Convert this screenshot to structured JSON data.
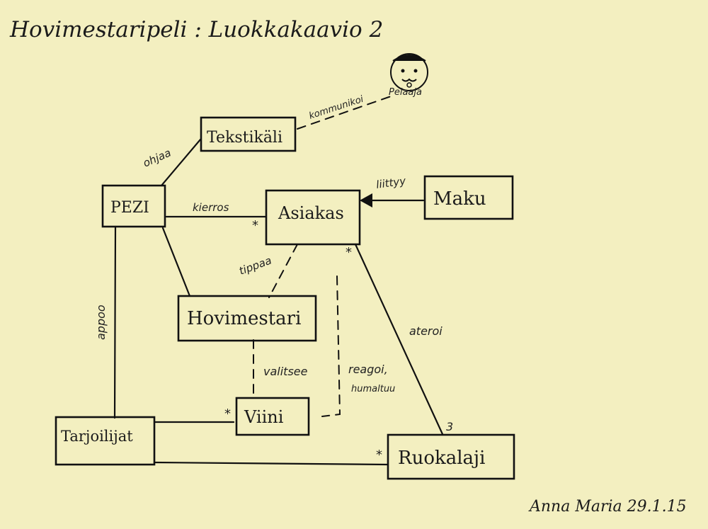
{
  "title": "Hovimestaripeli : Luokkakaavio   2",
  "actor": {
    "label": "Pelaaja"
  },
  "classes": {
    "tekstikali": "Tekstikäli",
    "pezi": "PEZI",
    "asiakas": "Asiakas",
    "maku": "Maku",
    "hovimestari": "Hovimestari",
    "viini": "Viini",
    "tarjoilijat": "Tarjoilijat",
    "ruokalaji": "Ruokalaji"
  },
  "associations": {
    "kommunikoi": "kommunikoi",
    "ohjaa": "ohjaa",
    "kierros": "kierros",
    "liittyy": "liittyy",
    "tippaa": "tippaa",
    "appoo": "appoo",
    "valitsee": "valitsee",
    "reagoi": "reagoi,",
    "humaltuu": "humaltuu",
    "ateroi": "ateroi"
  },
  "multiplicities": {
    "asiakas_left": "*",
    "asiakas_bottom": "*",
    "viini": "*",
    "ruokalaji_top": "3",
    "ruokalaji_left": "*"
  },
  "signature": "Anna Maria 29.1.15",
  "colors": {
    "background": "#f3efc0",
    "ink": "#111111"
  }
}
